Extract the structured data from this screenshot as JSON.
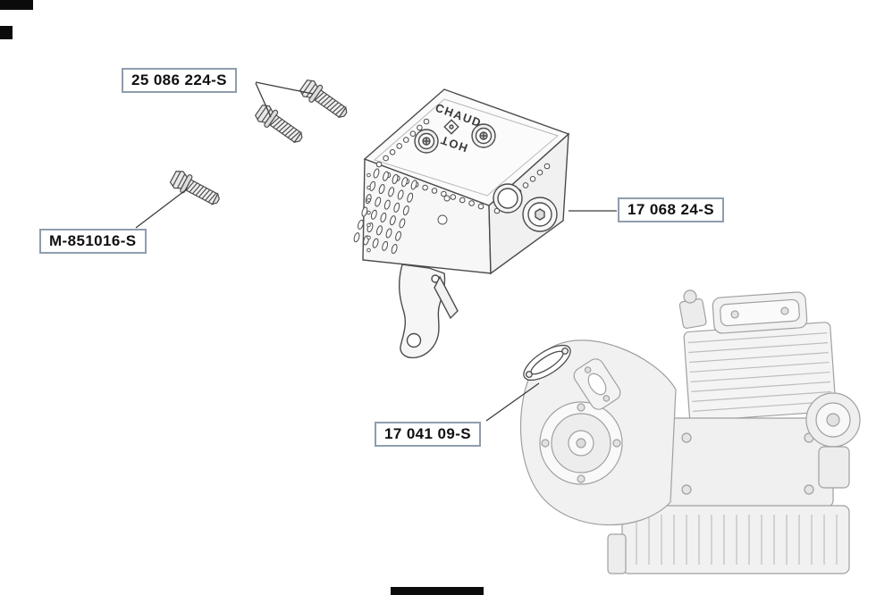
{
  "diagram": {
    "callouts": [
      {
        "part_number": "25 086 224-S"
      },
      {
        "part_number": "M-851016-S"
      },
      {
        "part_number": "17 068 24-S"
      },
      {
        "part_number": "17 041 09-S"
      }
    ],
    "muffler_markings": {
      "line1": "CHAUD",
      "line2": "HOT"
    },
    "colors": {
      "leader_line": "#3c3c3c",
      "part_stroke": "#4b4b4b",
      "engine_stroke": "#a0a0a0",
      "callout_border": "#8f9dae"
    }
  }
}
